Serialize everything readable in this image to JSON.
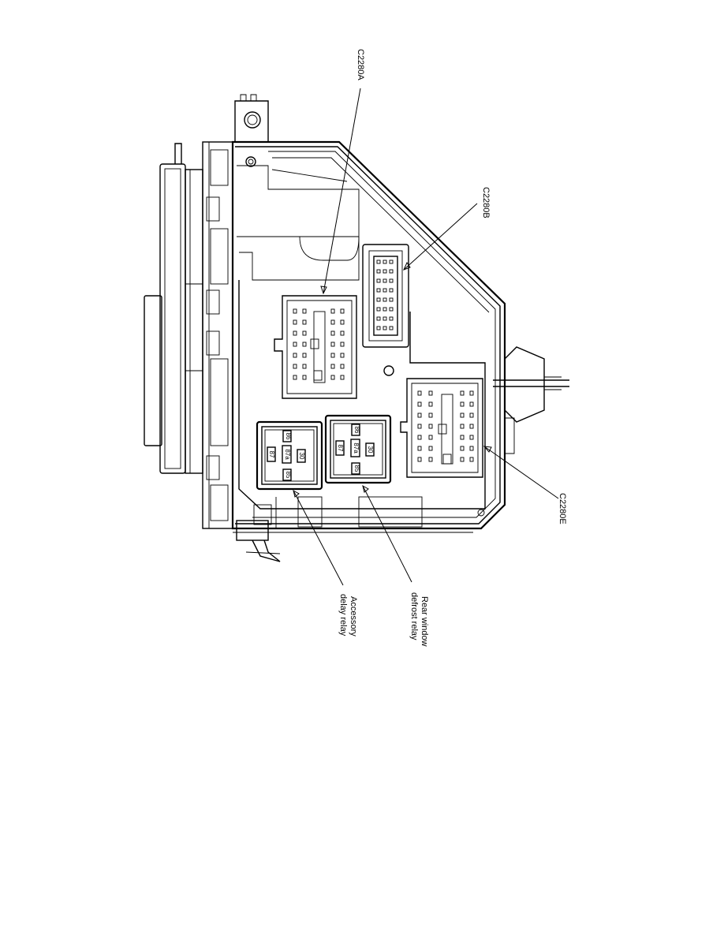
{
  "labels": {
    "c2280a": "C2280A",
    "c2280b": "C2280B",
    "c2280e": "C2280E",
    "rear_window_relay_line1": "Rear window",
    "rear_window_relay_line2": "defrost relay",
    "accessory_relay_line1": "Accessory",
    "accessory_relay_line2": "delay relay"
  },
  "relay_pins": {
    "accessory": [
      "86",
      "87",
      "87a",
      "30",
      "85"
    ],
    "rear_window": [
      "86",
      "87",
      "87a",
      "30",
      "85"
    ]
  }
}
